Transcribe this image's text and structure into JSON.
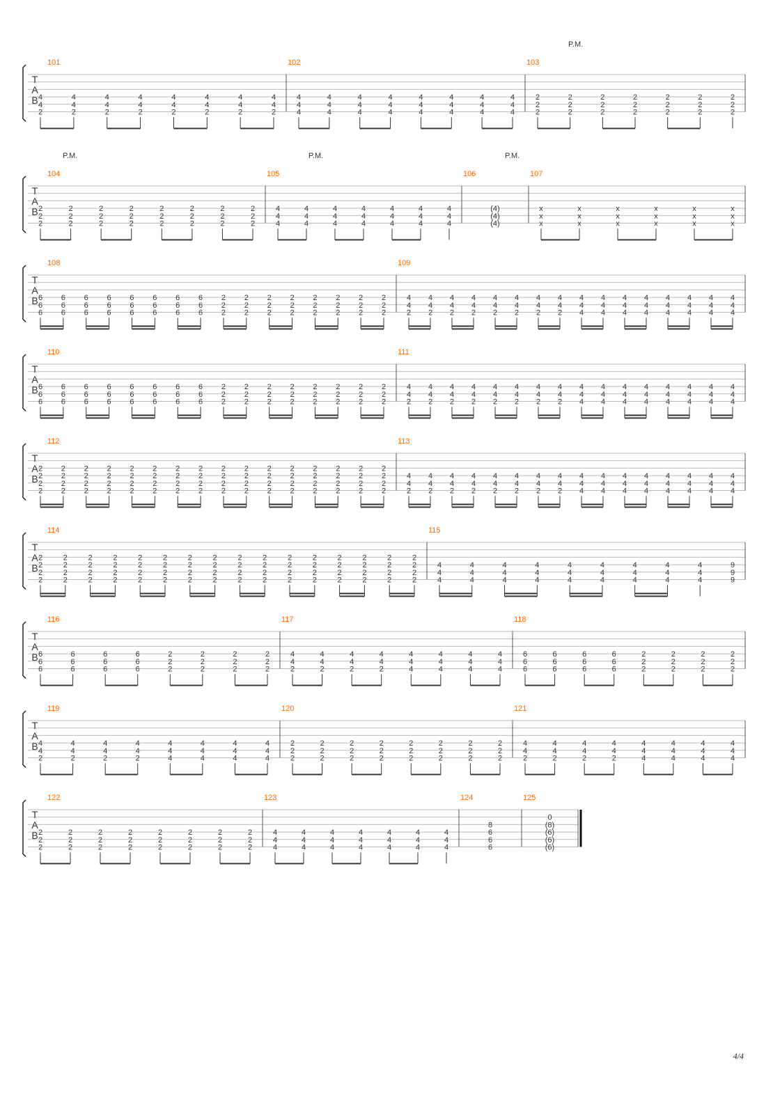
{
  "page": {
    "number": "4/4"
  },
  "tab_labels": [
    "T",
    "A",
    "B"
  ],
  "pm_label": "P.M.",
  "colors": {
    "measure_number": "#ff6600",
    "ink": "#333333",
    "staff_line": "#bbbbbb"
  },
  "systems": [
    {
      "measures": [
        {
          "number": "101",
          "groups": [
            {
              "chord": [
                "4",
                "4",
                "2"
              ],
              "count": 8,
              "beam": "pairs"
            }
          ]
        },
        {
          "number": "102",
          "groups": [
            {
              "chord": [
                "4",
                "4",
                "4"
              ],
              "count": 8,
              "beam": "pairs"
            }
          ]
        },
        {
          "number": "103",
          "pm": true,
          "groups": [
            {
              "chord": [
                "2",
                "2",
                "2"
              ],
              "count": 7,
              "beam": "lead-pairs"
            }
          ]
        }
      ]
    },
    {
      "measures": [
        {
          "number": "104",
          "pm": true,
          "groups": [
            {
              "chord": [
                "2",
                "2",
                "2"
              ],
              "count": 8,
              "beam": "pairs"
            }
          ]
        },
        {
          "number": "105",
          "pm": true,
          "groups": [
            {
              "chord": [
                "4",
                "4",
                "4"
              ],
              "count": 7,
              "beam": "lead-pairs"
            }
          ]
        },
        {
          "number": "106",
          "pm": true,
          "tie": true,
          "groups": [
            {
              "chord": [
                "(4)",
                "(4)",
                "(4)"
              ],
              "count": 1,
              "beam": "none"
            }
          ]
        },
        {
          "number": "107",
          "rest": true,
          "groups": [
            {
              "chord": [
                "x",
                "x",
                "x"
              ],
              "count": 6,
              "beam": "mixed"
            }
          ]
        }
      ]
    },
    {
      "measures": [
        {
          "number": "108",
          "groups": [
            {
              "chord": [
                "6",
                "6",
                "6"
              ],
              "count": 8,
              "beam": "quads"
            },
            {
              "chord": [
                "2",
                "2",
                "2"
              ],
              "count": 8,
              "beam": "quads"
            }
          ]
        },
        {
          "number": "109",
          "groups": [
            {
              "chord": [
                "4",
                "4",
                "2"
              ],
              "count": 8,
              "beam": "quads"
            },
            {
              "chord": [
                "4",
                "4",
                "4"
              ],
              "count": 8,
              "beam": "quads"
            }
          ]
        }
      ]
    },
    {
      "measures": [
        {
          "number": "110",
          "groups": [
            {
              "chord": [
                "6",
                "6",
                "6"
              ],
              "count": 8,
              "beam": "quads"
            },
            {
              "chord": [
                "2",
                "2",
                "2"
              ],
              "count": 8,
              "beam": "quads"
            }
          ]
        },
        {
          "number": "111",
          "groups": [
            {
              "chord": [
                "4",
                "4",
                "2"
              ],
              "count": 8,
              "beam": "quads"
            },
            {
              "chord": [
                "4",
                "4",
                "4"
              ],
              "count": 8,
              "beam": "quads"
            }
          ]
        }
      ]
    },
    {
      "measures": [
        {
          "number": "112",
          "groups": [
            {
              "chord": [
                "2",
                "2",
                "2",
                "2"
              ],
              "count": 16,
              "beam": "quads"
            }
          ]
        },
        {
          "number": "113",
          "groups": [
            {
              "chord": [
                "4",
                "4",
                "2"
              ],
              "count": 8,
              "beam": "quads"
            },
            {
              "chord": [
                "4",
                "4",
                "4"
              ],
              "count": 8,
              "beam": "quads"
            }
          ]
        }
      ]
    },
    {
      "measures": [
        {
          "number": "114",
          "groups": [
            {
              "chord": [
                "2",
                "2",
                "2",
                "2"
              ],
              "count": 16,
              "beam": "quads"
            }
          ]
        },
        {
          "number": "115",
          "groups": [
            {
              "chord": [
                "4",
                "4",
                "4"
              ],
              "count": 9,
              "beam": "quads"
            },
            {
              "chord": [
                "9",
                "9",
                "9"
              ],
              "count": 1,
              "beam": "none"
            }
          ]
        }
      ]
    },
    {
      "measures": [
        {
          "number": "116",
          "groups": [
            {
              "chord": [
                "6",
                "6",
                "6"
              ],
              "count": 4,
              "beam": "pairs"
            },
            {
              "chord": [
                "2",
                "2",
                "2"
              ],
              "count": 4,
              "beam": "pairs"
            }
          ]
        },
        {
          "number": "117",
          "groups": [
            {
              "chord": [
                "4",
                "4",
                "2"
              ],
              "count": 4,
              "beam": "pairs"
            },
            {
              "chord": [
                "4",
                "4",
                "4"
              ],
              "count": 4,
              "beam": "pairs"
            }
          ]
        },
        {
          "number": "118",
          "groups": [
            {
              "chord": [
                "6",
                "6",
                "6"
              ],
              "count": 4,
              "beam": "pairs"
            },
            {
              "chord": [
                "2",
                "2",
                "2"
              ],
              "count": 4,
              "beam": "pairs"
            }
          ]
        }
      ]
    },
    {
      "measures": [
        {
          "number": "119",
          "groups": [
            {
              "chord": [
                "4",
                "4",
                "2"
              ],
              "count": 4,
              "beam": "pairs"
            },
            {
              "chord": [
                "4",
                "4",
                "4"
              ],
              "count": 4,
              "beam": "pairs"
            }
          ]
        },
        {
          "number": "120",
          "groups": [
            {
              "chord": [
                "2",
                "2",
                "2"
              ],
              "count": 8,
              "beam": "pairs"
            }
          ]
        },
        {
          "number": "121",
          "groups": [
            {
              "chord": [
                "4",
                "4",
                "2"
              ],
              "count": 4,
              "beam": "pairs"
            },
            {
              "chord": [
                "4",
                "4",
                "4"
              ],
              "count": 4,
              "beam": "pairs"
            }
          ]
        }
      ]
    },
    {
      "measures": [
        {
          "number": "122",
          "groups": [
            {
              "chord": [
                "2",
                "2",
                "2"
              ],
              "count": 8,
              "beam": "pairs"
            }
          ]
        },
        {
          "number": "123",
          "groups": [
            {
              "chord": [
                "4",
                "4",
                "4"
              ],
              "count": 7,
              "beam": "pairs"
            }
          ]
        },
        {
          "number": "124",
          "tie": true,
          "groups": [
            {
              "chord": [
                "8",
                "6",
                "6",
                "6"
              ],
              "count": 1,
              "beam": "none"
            }
          ]
        },
        {
          "number": "125",
          "final": true,
          "groups": [
            {
              "chord": [
                "0",
                "(8)",
                "(6)",
                "(6)",
                "(6)"
              ],
              "count": 1,
              "beam": "none"
            }
          ]
        }
      ]
    }
  ]
}
